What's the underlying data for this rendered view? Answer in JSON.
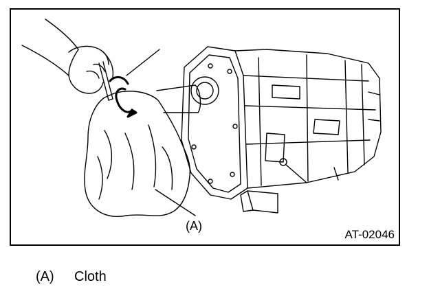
{
  "figure": {
    "callout": "(A)",
    "code": "AT-02046"
  },
  "legend": [
    {
      "key": "(A)",
      "text": "Cloth"
    }
  ]
}
